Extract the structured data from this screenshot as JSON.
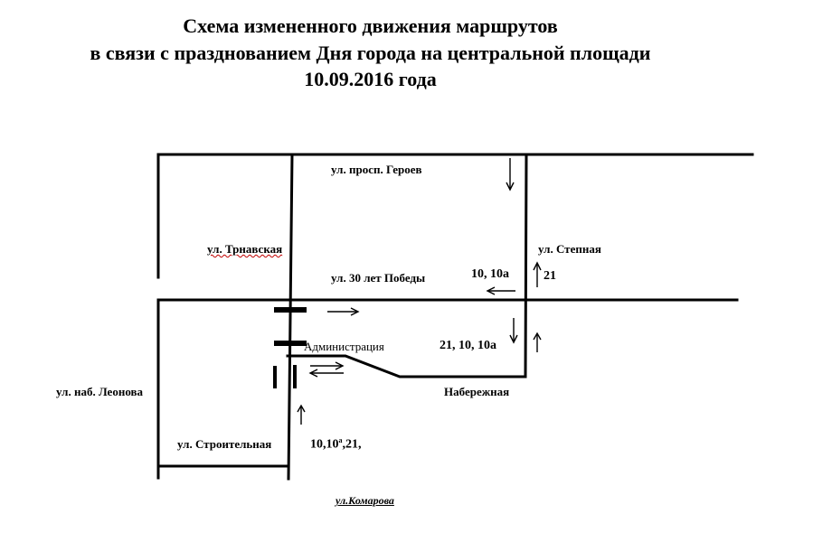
{
  "title": {
    "line1": "Схема  измененного  движения маршрутов",
    "line2": "в связи с празднованием Дня города на центральной площади",
    "line3": "10.09.2016 года"
  },
  "streets": {
    "prosp_geroev": "ул. просп. Героев",
    "trnavskaya": "ул. Трнавская",
    "stepnaya": "ул. Степная",
    "pobedy": "ул. 30 лет Победы",
    "leonova": "ул. наб. Леонова",
    "stroitelnaya": "ул. Строительная",
    "komarova": "ул.Комарова",
    "naberezhnaya": "Набережная",
    "administration": "Администрация"
  },
  "routes": {
    "r_10_10a": "10, 10а",
    "r_21_right": "21",
    "r_21_10_10a": "21, 10, 10а",
    "r_bottom_main": "10,10",
    "r_bottom_sup": "а",
    "r_bottom_tail": ",21,"
  }
}
